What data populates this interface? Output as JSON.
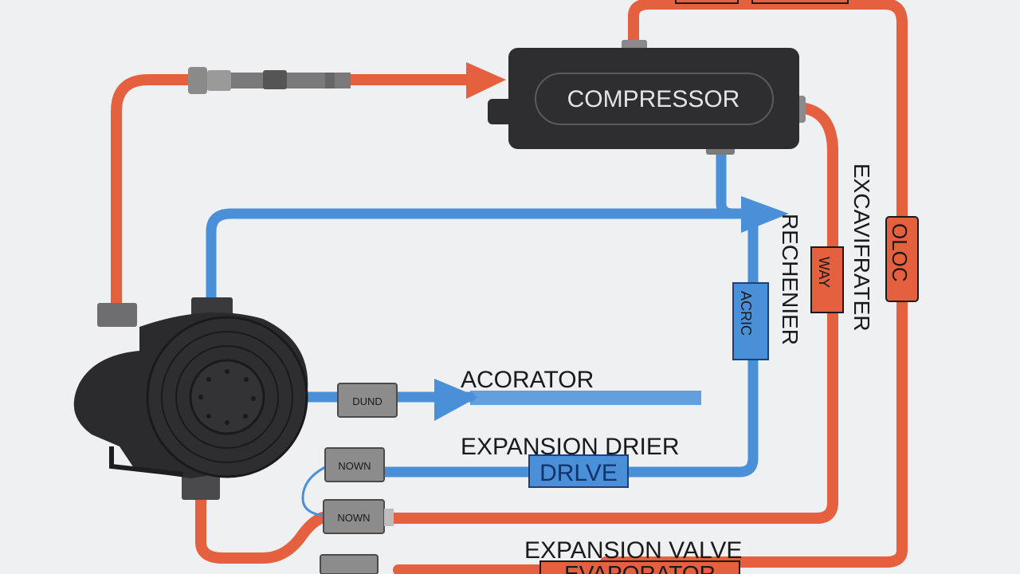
{
  "diagram": {
    "compressor_label": "COMPRESSOR",
    "accumulator_label": "ACORATOR",
    "expansion_drier_label": "EXPANSION DRIER",
    "drier_box_label": "DRLVE",
    "expansion_valve_label": "EXPANSION VALVE",
    "evaporator_label": "EVAPORATOR",
    "condenser_vertical_label": "EXCAVIFRATER",
    "receiver_vertical_label": "RECHENIER",
    "blue_tag_label": "ACRIC",
    "red_tag_label": "WAY",
    "right_tag_label": "OLOC",
    "connector_1_label": "DUND",
    "connector_2_label": "NOWN",
    "connector_3_label": "NOWN"
  },
  "colors": {
    "hot_line": "#e5603f",
    "cold_line": "#4a90d9",
    "component_body": "#2e2e30",
    "background": "#eef0f1"
  }
}
